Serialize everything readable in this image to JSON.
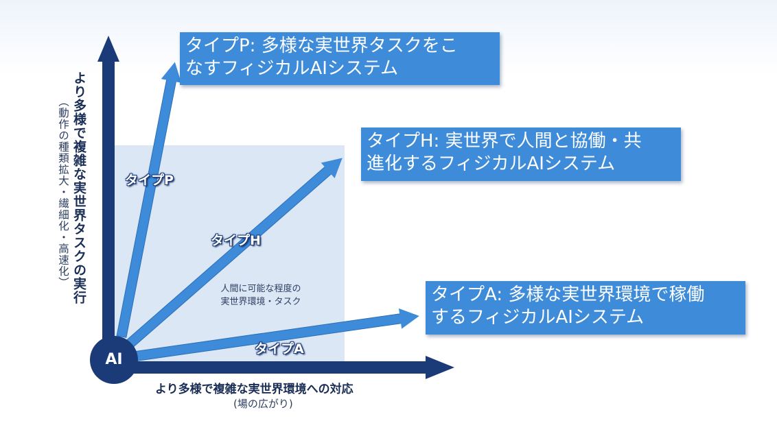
{
  "colors": {
    "axis": "#1a3a78",
    "arrow": "#3d8bd9",
    "region": "#dce7f6",
    "box": "#3d8bd9",
    "node": "#1a3a78"
  },
  "y_axis": {
    "title": "より多様で複雑な実世界タスクの実行",
    "subtitle": "（動作の種類拡大・繊細化・高速化）"
  },
  "x_axis": {
    "title": "より多様で複雑な実世界環境への対応",
    "subtitle": "(場の広がり)"
  },
  "origin_label": "AI",
  "region_note": {
    "line1": "人間に可能な程度の",
    "line2": "実世界環境・タスク"
  },
  "arrows": {
    "p": "タイプP",
    "h": "タイプH",
    "a": "タイプA"
  },
  "boxes": {
    "p": {
      "line1": "タイプP: 多様な実世界タスクをこ",
      "line2": "なすフィジカルAIシステム"
    },
    "h": {
      "line1": "タイプH: 実世界で人間と協働・共",
      "line2": "進化するフィジカルAIシステム"
    },
    "a": {
      "line1": "タイプA: 多様な実世界環境で稼働",
      "line2": "するフィジカルAIシステム"
    }
  }
}
